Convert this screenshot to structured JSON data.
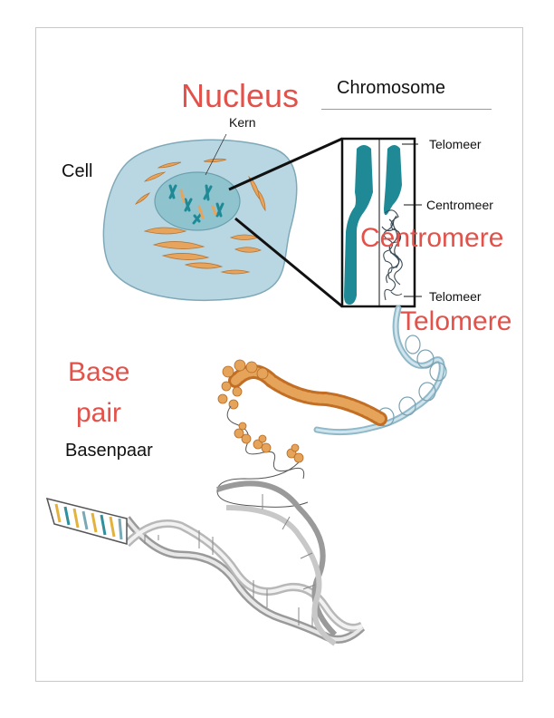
{
  "labels": {
    "nucleus_en": "Nucleus",
    "kern": "Kern",
    "chromosome": "Chromosome",
    "cell": "Cell",
    "telomeer_top": "Telomeer",
    "centromeer": "Centromeer",
    "centromere_en": "Centromere",
    "telomeer_bottom": "Telomeer",
    "telomere_en": "Telomere",
    "base_en_line1": "Base",
    "base_en_line2": "pair",
    "basenpaar": "Basenpaar"
  },
  "colors": {
    "red_label": "#e2514a",
    "cell_fill": "#b9d7e3",
    "nucleus_fill": "#8fc4cf",
    "chromosome_teal": "#1f8a96",
    "organelle_orange": "#e7a45c",
    "dna_grey": "#9a9a9a",
    "bead_orange": "#d8863a"
  }
}
